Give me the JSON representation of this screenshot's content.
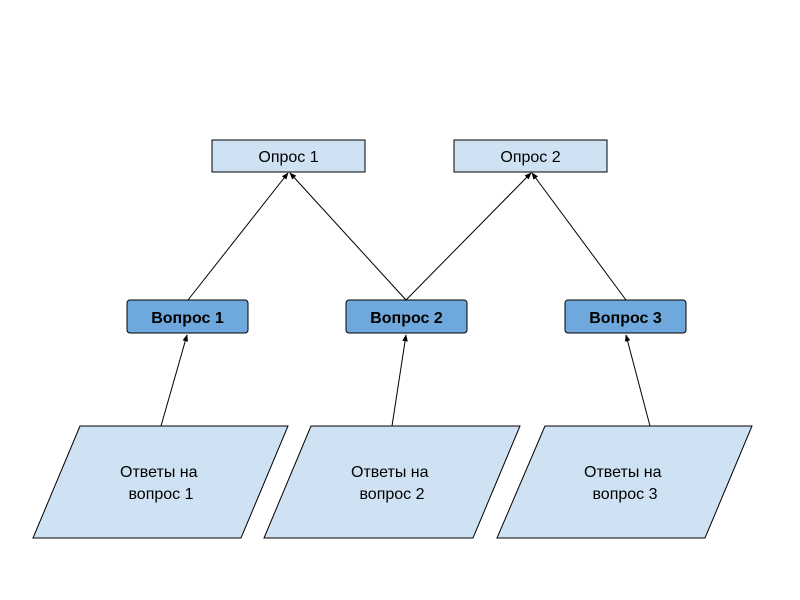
{
  "surveys": [
    {
      "label": "Опрос 1"
    },
    {
      "label": "Опрос 2"
    }
  ],
  "questions": [
    {
      "label": "Вопрос 1"
    },
    {
      "label": "Вопрос 2"
    },
    {
      "label": "Вопрос 3"
    }
  ],
  "answers": [
    {
      "line1": "Ответы на",
      "line2": "вопрос 1"
    },
    {
      "line1": "Ответы на",
      "line2": "вопрос 2"
    },
    {
      "line1": "Ответы на",
      "line2": "вопрос 3"
    }
  ],
  "colors": {
    "survey_fill": "#cfe2f3",
    "question_fill": "#6fa8dc",
    "answer_fill": "#cfe2f3",
    "stroke": "#000000"
  }
}
